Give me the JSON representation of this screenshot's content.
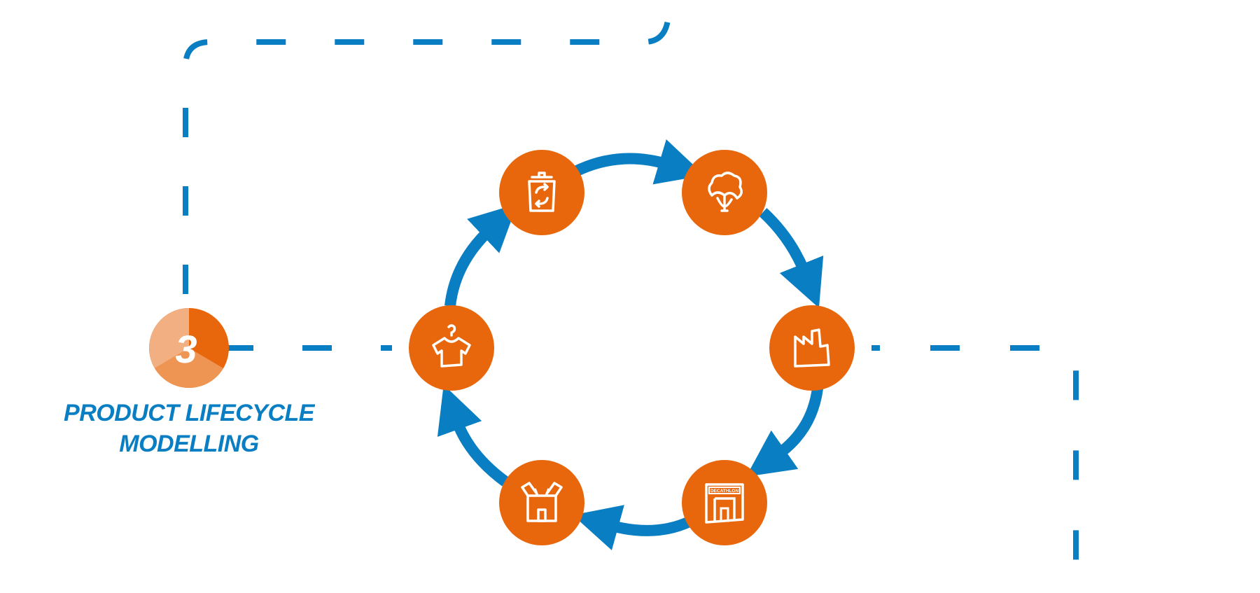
{
  "step": {
    "number": "3",
    "title_line1": "PRODUCT LIFECYCLE",
    "title_line2": "MODELLING"
  },
  "colors": {
    "blue": "#0a7ec2",
    "orange": "#e8670c",
    "badge_light": "#f2b082",
    "badge_mid": "#ee9554",
    "badge_dark": "#e8670c",
    "white": "#ffffff"
  },
  "cycle": {
    "nodes": [
      {
        "name": "recycling-bin",
        "icon": "recycle-bin-icon"
      },
      {
        "name": "cotton",
        "icon": "cotton-plant-icon"
      },
      {
        "name": "factory",
        "icon": "factory-icon"
      },
      {
        "name": "store",
        "icon": "decathlon-store-icon",
        "label": "DECATHLON"
      },
      {
        "name": "box",
        "icon": "open-box-icon"
      },
      {
        "name": "tshirt",
        "icon": "tshirt-hanger-icon"
      }
    ]
  }
}
